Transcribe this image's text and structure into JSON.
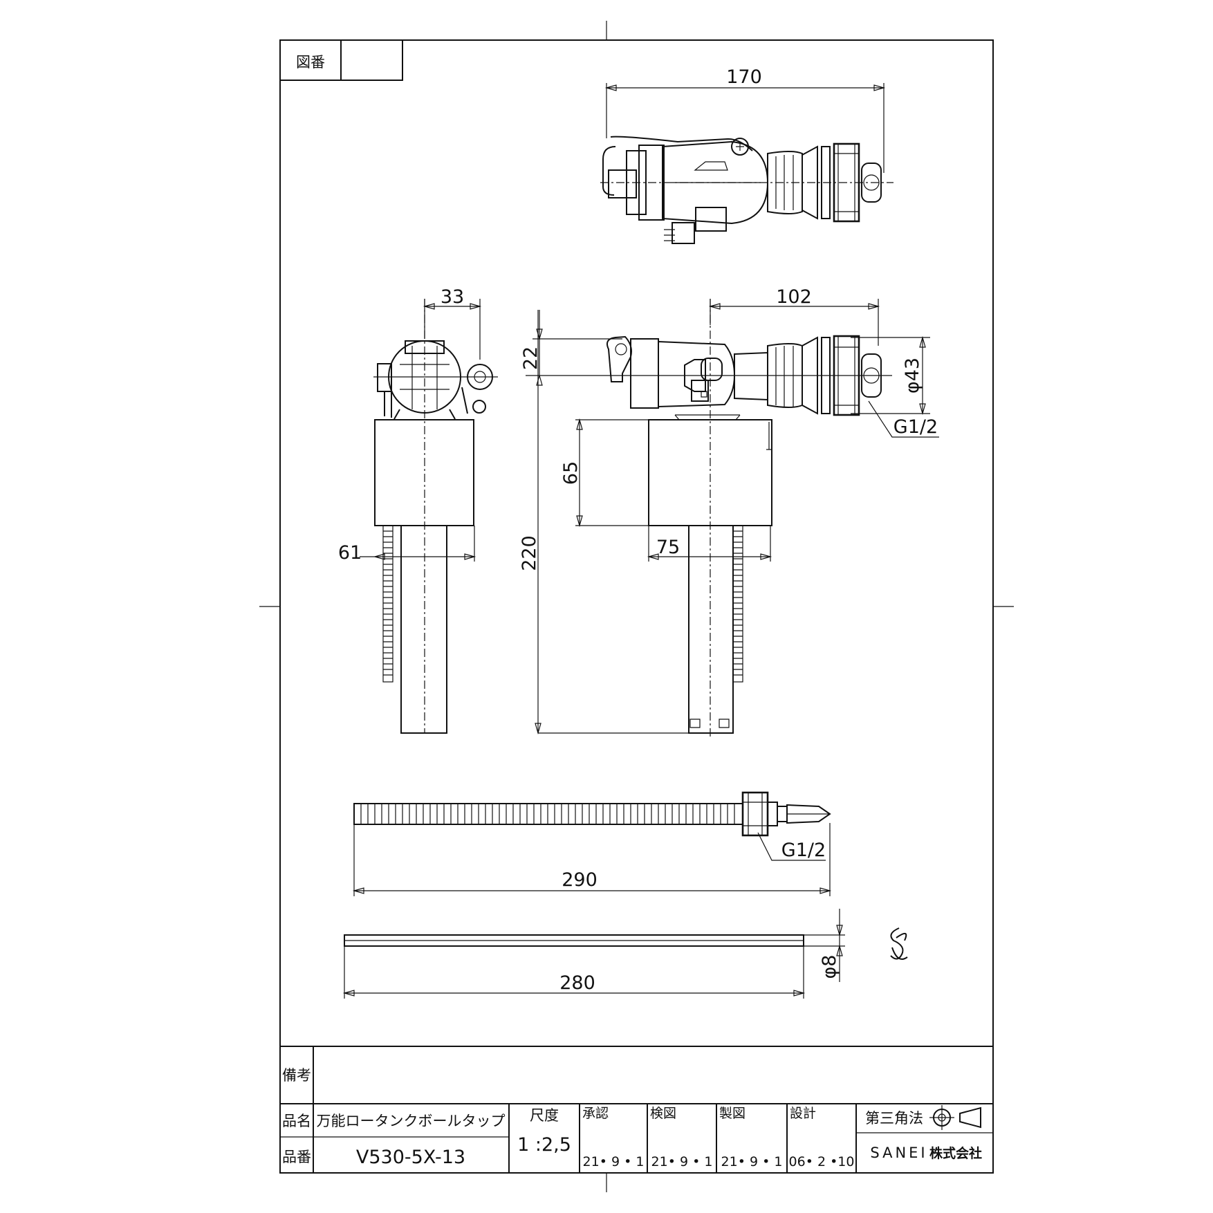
{
  "title_block": {
    "drawing_number_label": "図番",
    "drawing_number_value": "",
    "remarks_label": "備考",
    "remarks_value": "",
    "product_name_label": "品名",
    "product_name": "万能ロータンクボールタップ",
    "part_number_label": "品番",
    "part_number": "V530-5X-13",
    "scale_label": "尺度",
    "scale_value": "1 :2,5",
    "approval_label": "承認",
    "approval_date": "21• 9 • 1",
    "check_label": "検図",
    "check_date": "21• 9 • 1",
    "draft_label": "製図",
    "draft_date": "21• 9 • 1",
    "design_label": "設計",
    "design_date": "06• 2 •10",
    "projection_label": "第三角法",
    "company": "SANEI",
    "company_suffix": "株式会社"
  },
  "dimensions": {
    "top_width": "170",
    "side_width": "33",
    "side_base": "61",
    "front_reach": "102",
    "front_offset": "22",
    "front_diameter": "φ43",
    "front_thread": "G1/2",
    "float_height": "65",
    "total_height": "220",
    "float_offset": "75",
    "hose_length": "290",
    "hose_thread": "G1/2",
    "rod_length": "280",
    "rod_diameter": "φ8"
  }
}
